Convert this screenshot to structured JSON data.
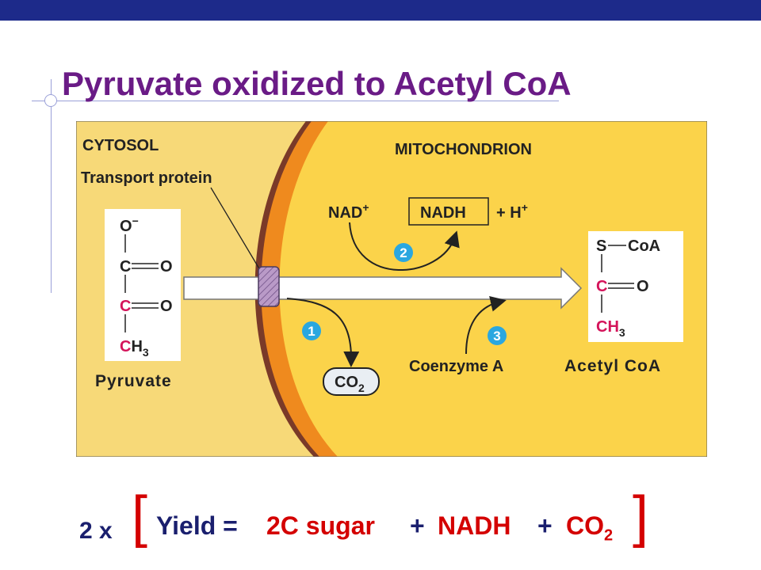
{
  "slide": {
    "title": "Pyruvate oxidized to Acetyl CoA"
  },
  "diagram": {
    "cytosol_label": "CYTOSOL",
    "transport_label": "Transport protein",
    "mito_label": "MITOCHONDRION",
    "pyruvate": {
      "o_minus": "O",
      "minus": "−",
      "c1": "C",
      "o1": "O",
      "c2": "C",
      "o2": "O",
      "c3": "C",
      "h3": "H",
      "h3_sub": "3",
      "name": "Pyruvate"
    },
    "nad": "NAD",
    "nad_sup": "+",
    "nadh": "NADH",
    "plus_h": "+ H",
    "plus_h_sup": "+",
    "step1": "1",
    "step2": "2",
    "step3": "3",
    "co2": "CO",
    "co2_sub": "2",
    "coenzyme": "Coenzyme A",
    "acetyl": {
      "s": "S",
      "coa": "CoA",
      "c1": "C",
      "o": "O",
      "c2": "C",
      "h3": "H",
      "h3_sub": "3",
      "name": "Acetyl CoA"
    }
  },
  "yield_line": {
    "multiplier": "2 x",
    "open_bracket": "[",
    "yield_label": "Yield =",
    "sugar": "2C sugar",
    "plus1": "+",
    "nadh": "NADH",
    "plus2": "+",
    "co2": "CO",
    "co2_sub": "2",
    "close_bracket": "]"
  },
  "colors": {
    "title": "#6a1b86",
    "topbar": "#1d2a8a",
    "cytosol_bg": "#f7d978",
    "membrane_outer": "#7a3a28",
    "membrane_orange": "#ef8a1e",
    "matrix": "#fbd34a",
    "step_circle": "#2aa7e0",
    "red_atom": "#d4145a",
    "yield_red": "#d40000",
    "yield_navy": "#1a1f6e"
  }
}
